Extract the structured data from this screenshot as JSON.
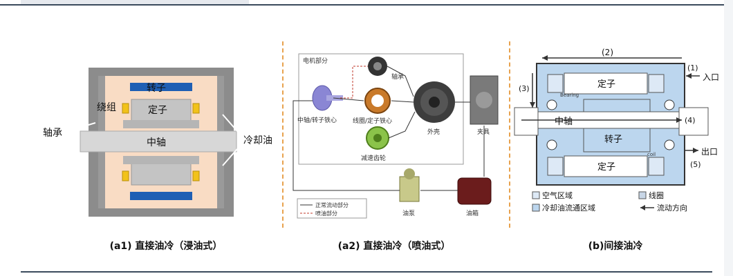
{
  "panel_a1": {
    "caption": "(a1) 直接油冷（浸油式）",
    "labels": {
      "rotor": "转子",
      "winding": "绕组",
      "stator": "定子",
      "shaft": "中轴",
      "bearing": "轴承",
      "cooling_oil": "冷却油"
    }
  },
  "panel_a2": {
    "caption": "(a2) 直接油冷（喷油式）",
    "labels": {
      "motor_part": "电机部分",
      "shaft_rotor_core": "中轴/转子铁心",
      "bearing": "轴承",
      "coil_stator_core": "线圈/定子铁心",
      "reduction_gear": "减速齿轮",
      "housing": "外壳",
      "fixture": "夹具",
      "oil_pump": "油泵",
      "oil_tank": "油箱",
      "legend_normal": "正常流动部分",
      "legend_spray": "喷油部分"
    }
  },
  "panel_b": {
    "caption": "(b)间接油冷",
    "labels": {
      "n1": "(1)",
      "n2": "(2)",
      "n3": "(3)",
      "n4": "(4)",
      "n5": "(5)",
      "inlet": "入口",
      "outlet": "出口",
      "stator_top": "定子",
      "stator_bottom": "定子",
      "shaft": "中轴",
      "rotor": "转子",
      "bearing_tag": "Bearing",
      "coil_tag": "coil"
    },
    "legend": {
      "air": "空气区域",
      "coil": "线圈",
      "oil_region": "冷却油流通区域",
      "flow_dir": "流动方向"
    }
  },
  "colors": {
    "housing_gray": "#8c8c8c",
    "oil_peach": "#f9dcc4",
    "rotor_blue": "#1f5fb4",
    "winding_yellow": "#f2c21a",
    "stator_gray": "#c4c4c4",
    "divider_orange": "#e8a24e",
    "spray_red": "#c0392b",
    "oil_region_blue": "#bcd6ee",
    "air_blue": "#dde9f6"
  }
}
